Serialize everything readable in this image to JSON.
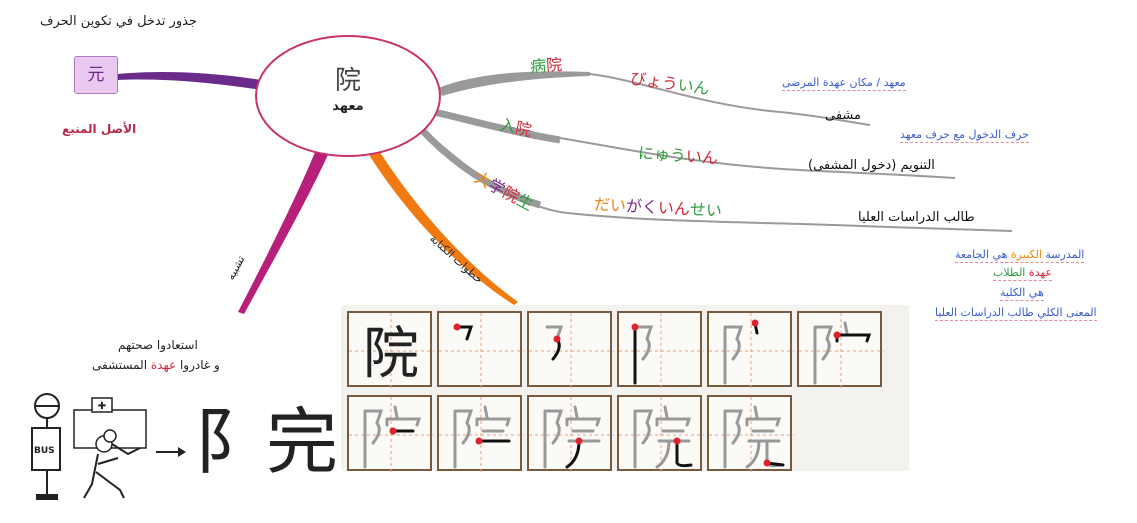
{
  "top_note": "جذور تدخل في تكوين الحرف",
  "origin": {
    "kanji": "元",
    "label": "الأصل المنبع"
  },
  "center": {
    "kanji": "院",
    "meaning": "معهد"
  },
  "branches": {
    "imitation": "تشبيه",
    "writing_steps": "خطوات الكتابة"
  },
  "words": [
    {
      "kanji_a": "病",
      "kanji_b": "院",
      "reading_a": "びょう",
      "reading_b": "いん",
      "meaning": "مشفى",
      "note": "معهد / مكان عهدة المرضى"
    },
    {
      "kanji_a": "入",
      "kanji_b": "院",
      "reading_a": "にゅう",
      "reading_b": "いん",
      "meaning": "التنويم (دخول المشفى)",
      "note": "حرف الدخول مع حرف معهد"
    },
    {
      "k1": "大",
      "k2": "学",
      "k3": "院",
      "k4": "生",
      "r1": "だい",
      "r2": "がく",
      "r3": "いん",
      "r4": "せい",
      "meaning": "طالب الدراسات العليا"
    }
  ],
  "grad_notes": {
    "line1_a": "المدرسة ",
    "line1_b": "الكبيرة",
    "line1_c": " هي الجامعة",
    "line2_a": "عهدة",
    "line2_b": " الطلاب",
    "line3": "هي الكلية",
    "line4": "المعنى الكلي طالب الدراسات العليا"
  },
  "story": {
    "line1": "استعادوا صحتهم",
    "line2_a": "و غادروا ",
    "line2_b": "عهدة",
    "line2_c": " المستشفى",
    "bus_sign": "BUS",
    "result_kanji": "阝完"
  },
  "stroke_order": {
    "count": 11,
    "kanji": "院"
  },
  "colors": {
    "purple_branch": "#6a2b8a",
    "magenta_branch": "#b81f7a",
    "orange_branch": "#f07a10",
    "gray_branch": "#9a9a9a",
    "center_border": "#c8326a"
  }
}
